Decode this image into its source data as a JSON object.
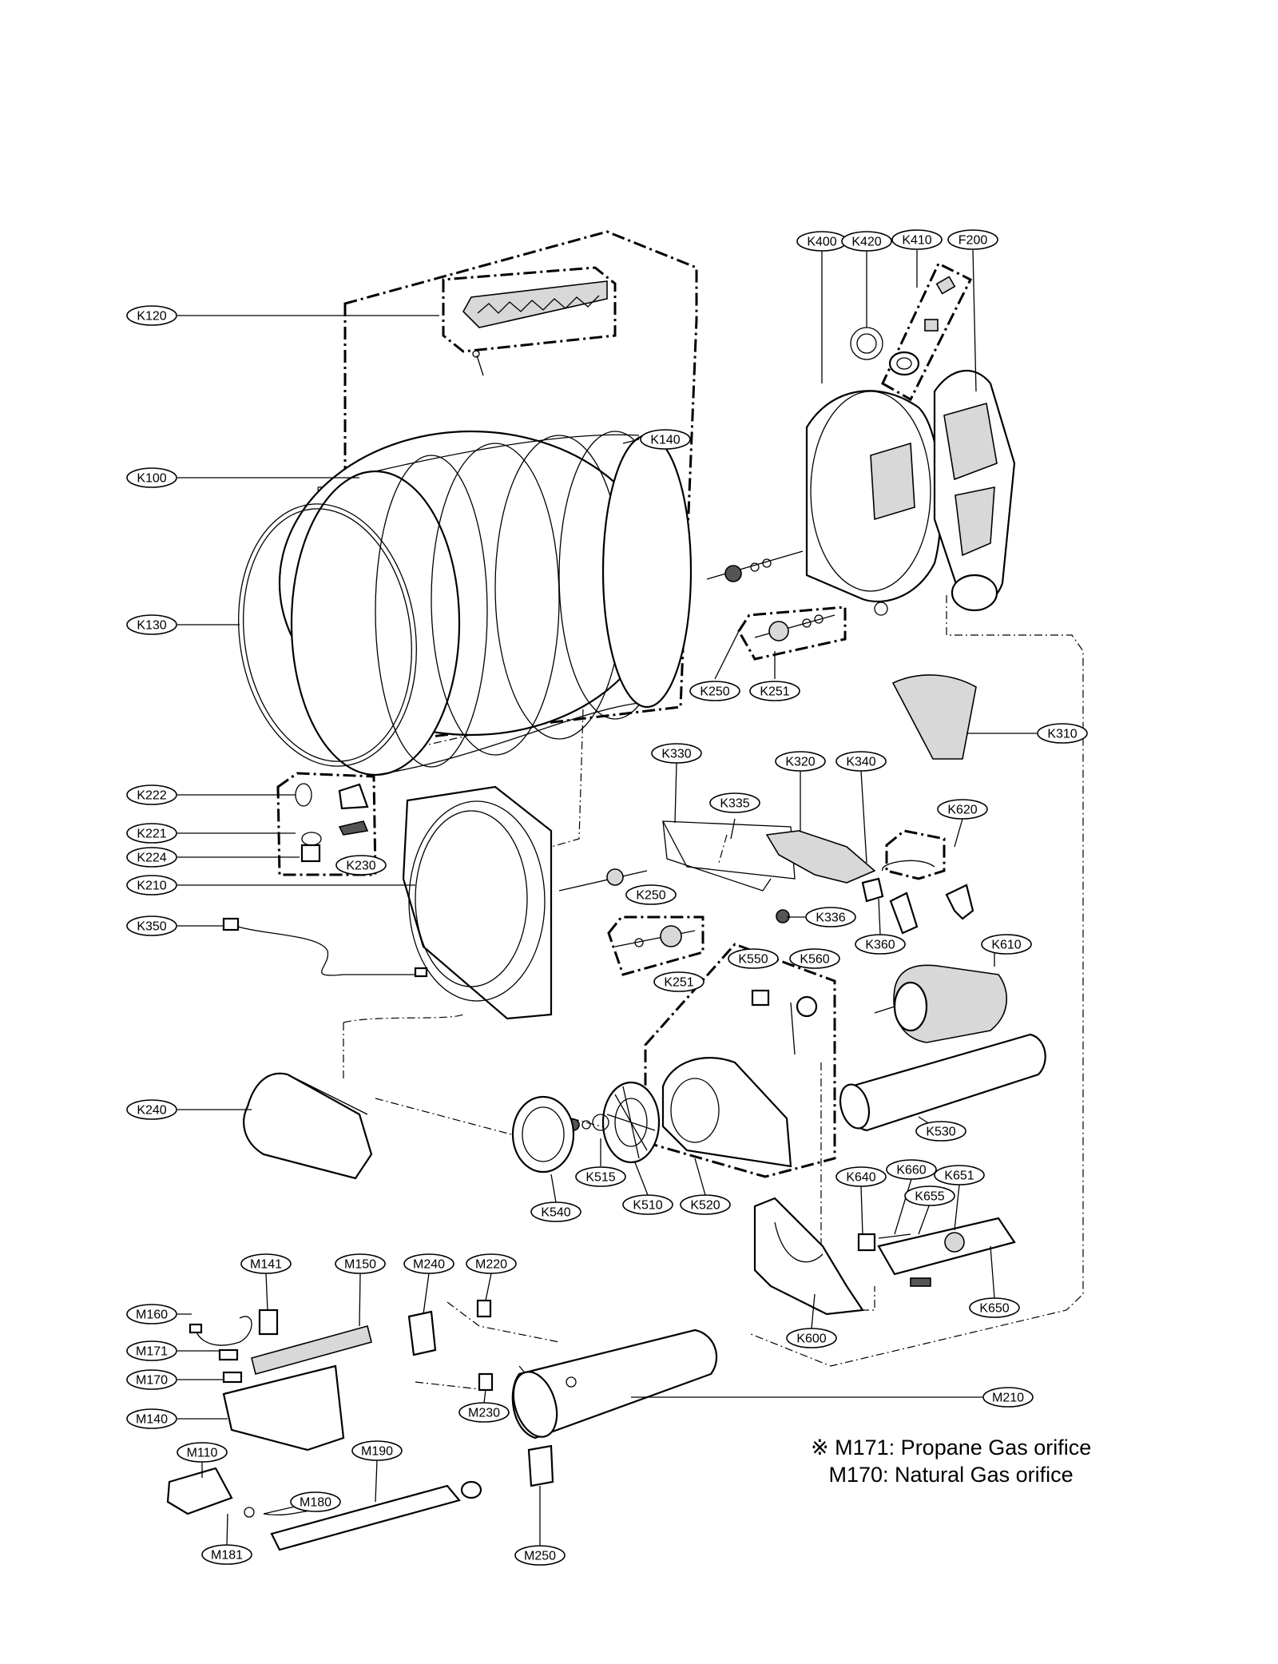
{
  "labels": [
    {
      "id": "K400",
      "text": "K400"
    },
    {
      "id": "K420",
      "text": "K420"
    },
    {
      "id": "K410",
      "text": "K410"
    },
    {
      "id": "F200",
      "text": "F200"
    },
    {
      "id": "K120",
      "text": "K120"
    },
    {
      "id": "K140",
      "text": "K140"
    },
    {
      "id": "K100",
      "text": "K100"
    },
    {
      "id": "K130",
      "text": "K130"
    },
    {
      "id": "K250a",
      "text": "K250"
    },
    {
      "id": "K251a",
      "text": "K251"
    },
    {
      "id": "K310",
      "text": "K310"
    },
    {
      "id": "K330",
      "text": "K330"
    },
    {
      "id": "K320",
      "text": "K320"
    },
    {
      "id": "K340",
      "text": "K340"
    },
    {
      "id": "K335",
      "text": "K335"
    },
    {
      "id": "K620",
      "text": "K620"
    },
    {
      "id": "K222",
      "text": "K222"
    },
    {
      "id": "K221",
      "text": "K221"
    },
    {
      "id": "K224",
      "text": "K224"
    },
    {
      "id": "K230",
      "text": "K230"
    },
    {
      "id": "K210",
      "text": "K210"
    },
    {
      "id": "K250b",
      "text": "K250"
    },
    {
      "id": "K336",
      "text": "K336"
    },
    {
      "id": "K360",
      "text": "K360"
    },
    {
      "id": "K350",
      "text": "K350"
    },
    {
      "id": "K251b",
      "text": "K251"
    },
    {
      "id": "K550",
      "text": "K550"
    },
    {
      "id": "K560",
      "text": "K560"
    },
    {
      "id": "K610",
      "text": "K610"
    },
    {
      "id": "K240",
      "text": "K240"
    },
    {
      "id": "K530",
      "text": "K530"
    },
    {
      "id": "K515",
      "text": "K515"
    },
    {
      "id": "K540",
      "text": "K540"
    },
    {
      "id": "K510",
      "text": "K510"
    },
    {
      "id": "K520",
      "text": "K520"
    },
    {
      "id": "K640",
      "text": "K640"
    },
    {
      "id": "K660",
      "text": "K660"
    },
    {
      "id": "K651",
      "text": "K651"
    },
    {
      "id": "K655",
      "text": "K655"
    },
    {
      "id": "K650",
      "text": "K650"
    },
    {
      "id": "K600",
      "text": "K600"
    },
    {
      "id": "M141",
      "text": "M141"
    },
    {
      "id": "M150",
      "text": "M150"
    },
    {
      "id": "M240",
      "text": "M240"
    },
    {
      "id": "M220",
      "text": "M220"
    },
    {
      "id": "M160",
      "text": "M160"
    },
    {
      "id": "M171",
      "text": "M171"
    },
    {
      "id": "M170",
      "text": "M170"
    },
    {
      "id": "M140",
      "text": "M140"
    },
    {
      "id": "M230",
      "text": "M230"
    },
    {
      "id": "M210",
      "text": "M210"
    },
    {
      "id": "M110",
      "text": "M110"
    },
    {
      "id": "M190",
      "text": "M190"
    },
    {
      "id": "M180",
      "text": "M180"
    },
    {
      "id": "M181",
      "text": "M181"
    },
    {
      "id": "M250",
      "text": "M250"
    }
  ],
  "note": {
    "symbol": "※",
    "line1": "M171: Propane Gas orifice",
    "line2": "M170: Natural Gas orifice"
  }
}
